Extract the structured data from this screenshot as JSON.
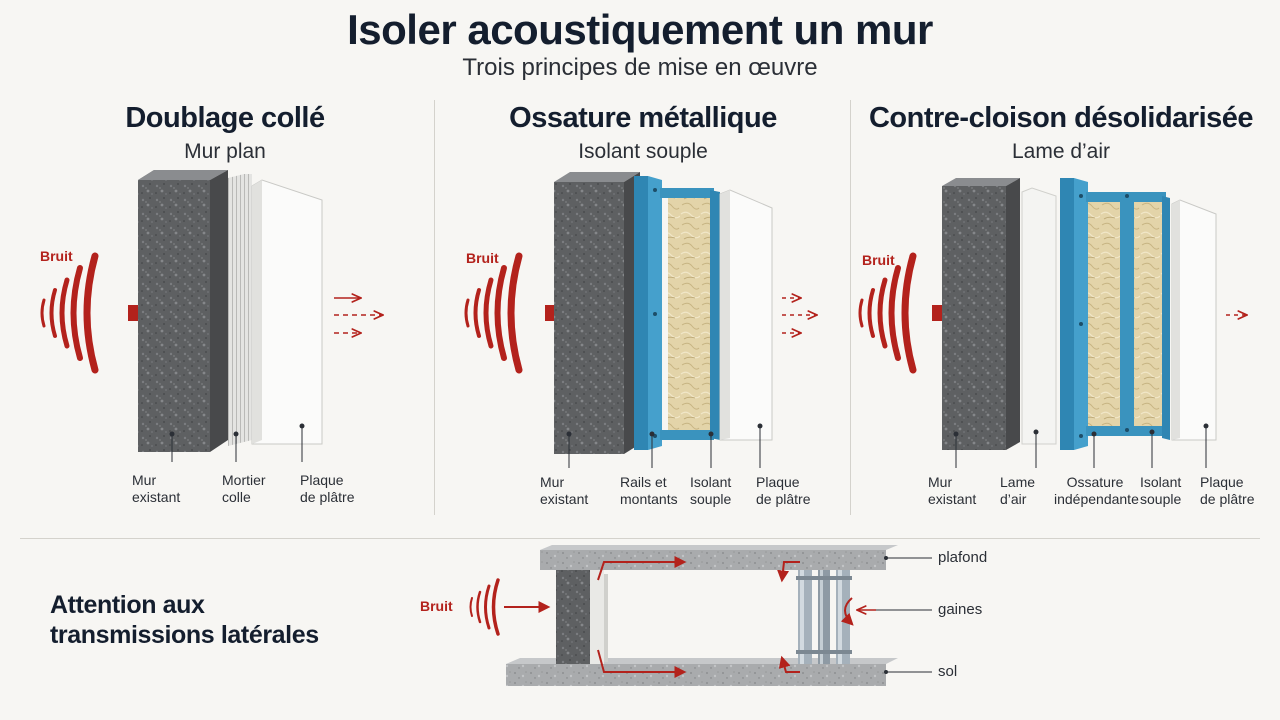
{
  "header": {
    "title": "Isoler acoustiquement un mur",
    "subtitle": "Trois principes de mise en œuvre"
  },
  "panels": [
    {
      "title": "Doublage collé",
      "subtitle": "Mur plan",
      "noise_label": "Bruit",
      "labels": [
        [
          "Mur",
          "existant"
        ],
        [
          "Mortier",
          "colle"
        ],
        [
          "Plaque",
          "de plâtre"
        ]
      ]
    },
    {
      "title": "Ossature métallique",
      "subtitle": "Isolant souple",
      "noise_label": "Bruit",
      "labels": [
        [
          "Mur",
          "existant"
        ],
        [
          "Rails et",
          "montants"
        ],
        [
          "Isolant",
          "souple"
        ],
        [
          "Plaque",
          "de plâtre"
        ]
      ]
    },
    {
      "title": "Contre-cloison désolidarisée",
      "subtitle": "Lame d’air",
      "noise_label": "Bruit",
      "labels": [
        [
          "Mur",
          "existant"
        ],
        [
          "Lame",
          "d’air"
        ],
        [
          "Ossature",
          "indépendante"
        ],
        [
          "Isolant",
          "souple"
        ],
        [
          "Plaque",
          "de plâtre"
        ]
      ]
    }
  ],
  "lateral": {
    "heading_line1": "Attention aux",
    "heading_line2": "transmissions latérales",
    "noise_label": "Bruit",
    "labels": {
      "ceiling": "plafond",
      "ducts": "gaines",
      "floor": "sol"
    }
  },
  "colors": {
    "noise_red": "#b3221c",
    "concrete": "#5d5f61",
    "steel_blue": "#3a93be",
    "insulation": "#e2d3a7",
    "plaster": "#fbfbfa"
  }
}
